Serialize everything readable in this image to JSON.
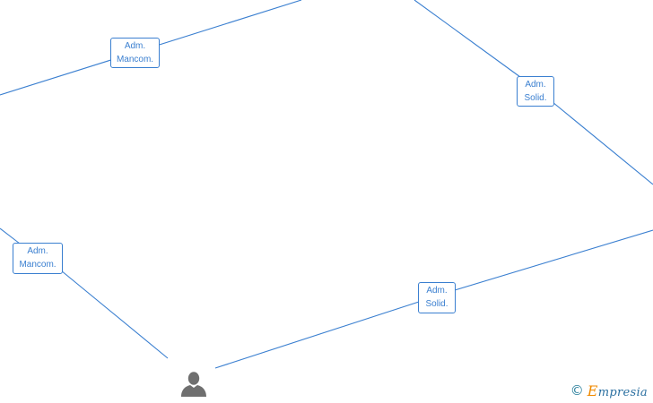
{
  "diagram": {
    "edge_labels": [
      {
        "line1": "Adm.",
        "line2": "Mancom."
      },
      {
        "line1": "Adm.",
        "line2": "Solid."
      },
      {
        "line1": "Adm.",
        "line2": "Mancom."
      },
      {
        "line1": "Adm.",
        "line2": "Solid."
      }
    ],
    "node_icon": "person-icon",
    "colors": {
      "edge": "#3a7fd0",
      "label_text": "#3a7fd0",
      "person": "#6f6f6f"
    }
  },
  "watermark": {
    "copyright_symbol": "©",
    "brand_initial": "E",
    "brand_rest": "mpresia",
    "colors": {
      "copyright": "#2a7f9c",
      "brand": "#2a6fa0",
      "brand_initial": "#f08a00"
    }
  }
}
